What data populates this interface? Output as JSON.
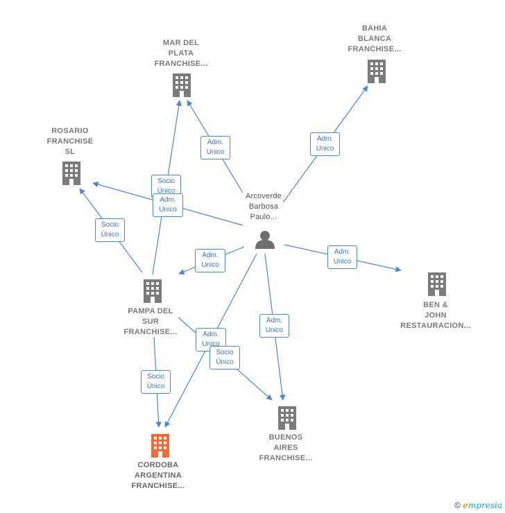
{
  "nodes": {
    "mar_del_plata": {
      "lines": [
        "MAR DEL",
        "PLATA",
        "FRANCHISE..."
      ]
    },
    "bahia_blanca": {
      "lines": [
        "BAHIA",
        "BLANCA",
        "FRANCHISE..."
      ]
    },
    "rosario": {
      "lines": [
        "ROSARIO",
        "FRANCHISE",
        "SL"
      ]
    },
    "person": {
      "lines": [
        "Arcoverde",
        "Barbosa",
        "Paulo..."
      ]
    },
    "pampa_del_sur": {
      "lines": [
        "PAMPA DEL",
        "SUR",
        "FRANCHISE..."
      ]
    },
    "ben_john": {
      "lines": [
        "BEN &",
        "JOHN",
        "RESTAURACION..."
      ]
    },
    "buenos_aires": {
      "lines": [
        "BUENOS",
        "AIRES",
        "FRANCHISE..."
      ]
    },
    "cordoba": {
      "lines": [
        "CORDOBA",
        "ARGENTINA",
        "FRANCHISE..."
      ]
    }
  },
  "edge_labels": {
    "adm_unico": [
      "Adm.",
      "Unico"
    ],
    "socio_unico": [
      "Socio",
      "Único"
    ]
  },
  "colors": {
    "edge": "#4a86d1",
    "company_icon": "#7b7b7b",
    "target_icon": "#f26a35",
    "person_icon": "#6f6f6f"
  },
  "footer": {
    "copyright": "©",
    "brand_e": "e",
    "brand_rest": "mpresia"
  }
}
